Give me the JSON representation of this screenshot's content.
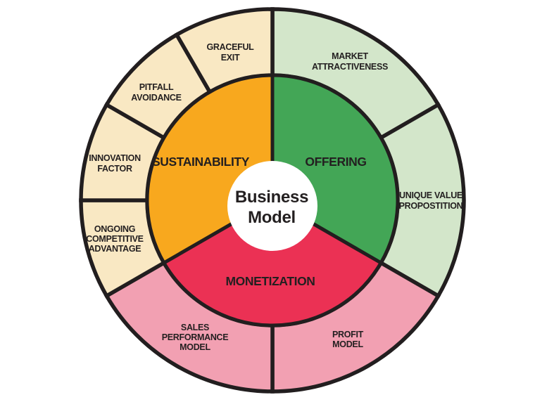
{
  "wheel": {
    "stroke_color": "#221E1F",
    "text_color": "#231F20",
    "background": "#FFFFFF",
    "center": {
      "fill": "#FFFFFF",
      "lines": [
        "Business",
        "Model"
      ]
    },
    "inner_segments": [
      {
        "label": "OFFERING",
        "fill": "#43A656"
      },
      {
        "label": "MONETIZATION",
        "fill": "#EB3154"
      },
      {
        "label": "SUSTAINABILITY",
        "fill": "#F8A81E"
      }
    ],
    "outer_segments": [
      {
        "lines": [
          "MARKET",
          "ATTRACTIVENESS"
        ],
        "fill": "#D3E6CA"
      },
      {
        "lines": [
          "UNIQUE VALUE",
          "PROPOSTITION"
        ],
        "fill": "#D3E6CA"
      },
      {
        "lines": [
          "PROFIT",
          "MODEL"
        ],
        "fill": "#F2A0B2"
      },
      {
        "lines": [
          "SALES",
          "PERFORMANCE",
          "MODEL"
        ],
        "fill": "#F2A0B2"
      },
      {
        "lines": [
          "ONGOING",
          "COMPETITIVE",
          "ADVANTAGE"
        ],
        "fill": "#F9E8C3"
      },
      {
        "lines": [
          "INNOVATION",
          "FACTOR"
        ],
        "fill": "#F9E8C3"
      },
      {
        "lines": [
          "PITFALL",
          "AVOIDANCE"
        ],
        "fill": "#F9E8C3"
      },
      {
        "lines": [
          "GRACEFUL",
          "EXIT"
        ],
        "fill": "#F9E8C3"
      }
    ]
  }
}
